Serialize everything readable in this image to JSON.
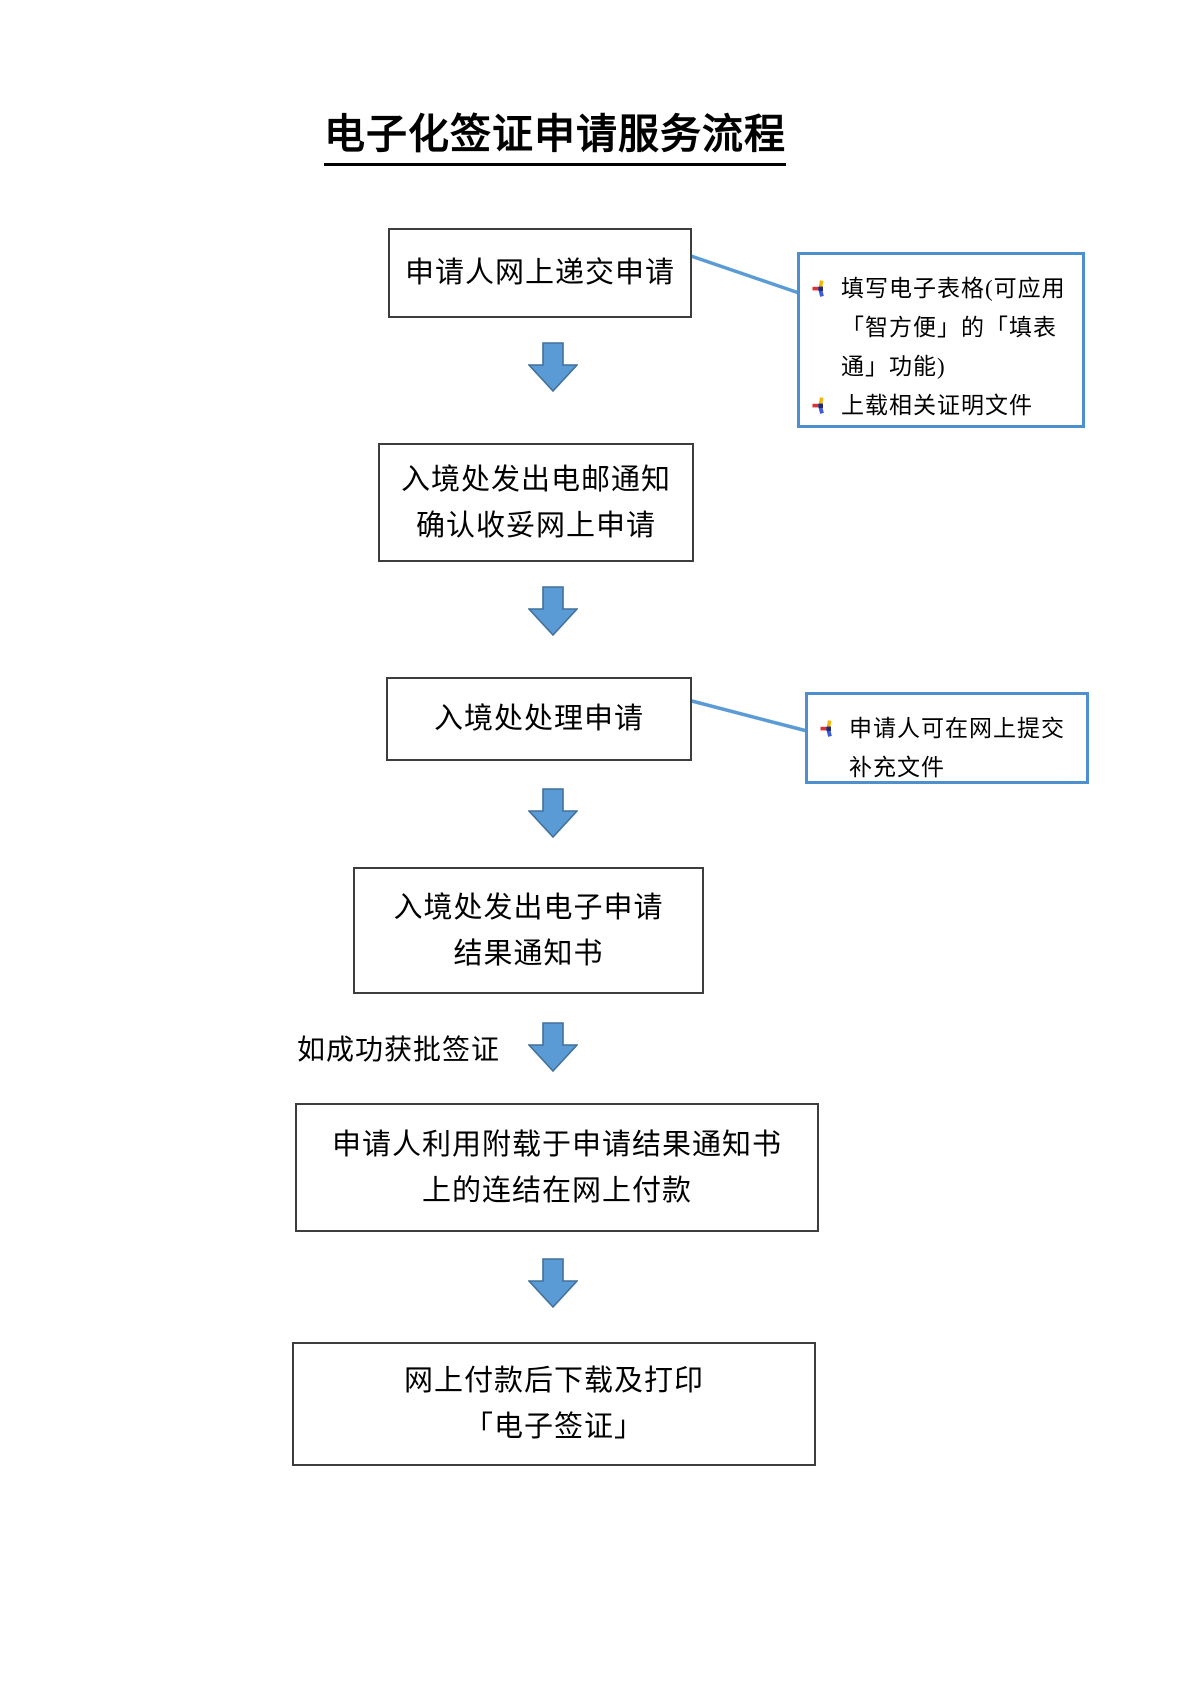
{
  "title": "电子化签证申请服务流程",
  "flow": {
    "boxes": [
      {
        "lines": [
          "申请人网上递交申请"
        ]
      },
      {
        "lines": [
          "入境处发出电邮通知",
          "确认收妥网上申请"
        ]
      },
      {
        "lines": [
          "入境处处理申请"
        ]
      },
      {
        "lines": [
          "入境处发出电子申请",
          "结果通知书"
        ]
      },
      {
        "lines": [
          "申请人利用附载于申请结果通知书",
          "上的连结在网上付款"
        ]
      },
      {
        "lines": [
          "网上付款后下载及打印",
          "「电子签证」"
        ]
      }
    ],
    "branch_label": "如成功获批签证"
  },
  "callouts": [
    {
      "items": [
        "填写电子表格(可应用「智方便」的「填表通」功能)",
        "上载相关证明文件"
      ]
    },
    {
      "items": [
        "申请人可在网上提交补充文件"
      ]
    }
  ],
  "icons": {
    "flow_arrow": "down-block-arrow",
    "list_bullet": "four-color-star-bullet"
  },
  "colors": {
    "arrow_fill": "#5B9BD5",
    "arrow_stroke": "#41719C",
    "callout_border": "#4E8FD0",
    "box_border": "#3D3D3D",
    "connector": "#5B9BD5"
  }
}
